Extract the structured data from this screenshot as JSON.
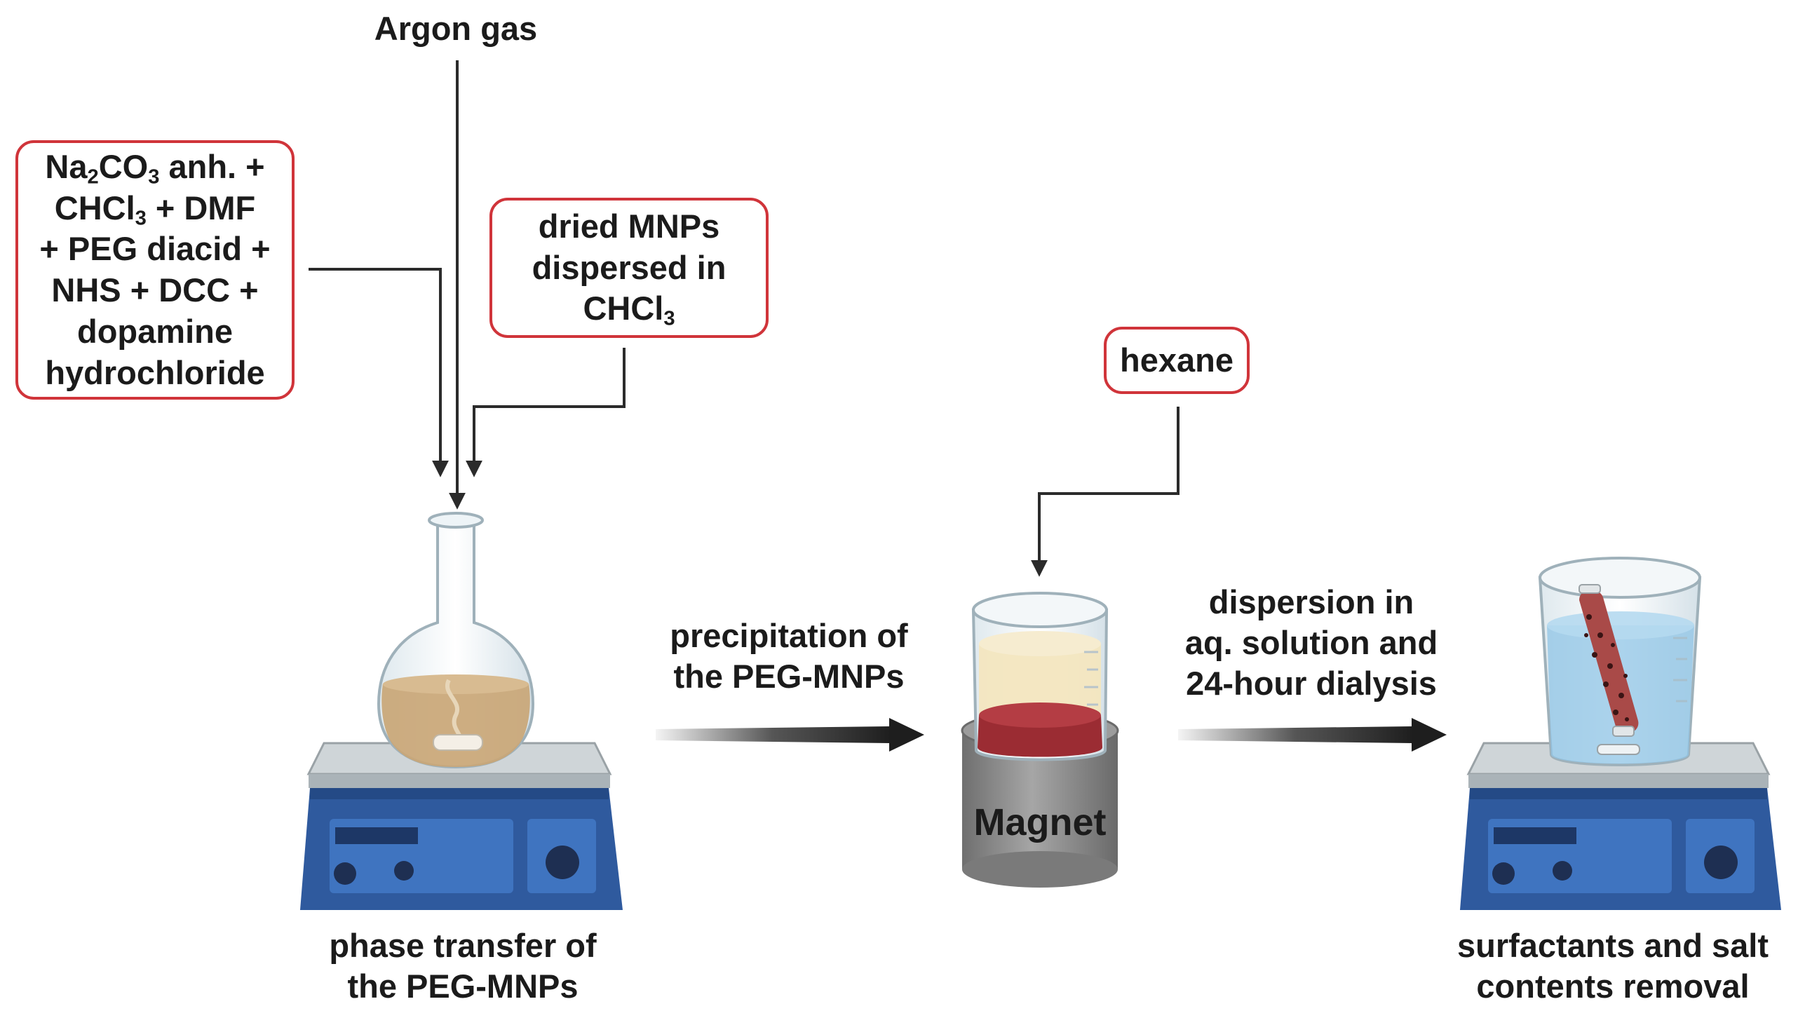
{
  "inputs": {
    "argon": "Argon gas",
    "reagents": {
      "line1_pre": "Na",
      "line1_sub1": "2",
      "line1_mid": "CO",
      "line1_sub2": "3",
      "line1_post": " anh. +",
      "line2_pre": "CHCl",
      "line2_sub": "3",
      "line2_post": " + DMF",
      "line3": "+ PEG diacid +",
      "line4": "NHS + DCC +",
      "line5": "dopamine",
      "line6": "hydrochloride"
    },
    "mnps": {
      "line1": "dried MNPs",
      "line2": "dispersed in",
      "line3_pre": "CHCl",
      "line3_sub": "3"
    },
    "hexane": "hexane"
  },
  "steps": {
    "phase_transfer": {
      "line1": "phase transfer of",
      "line2": "the PEG-MNPs"
    },
    "precipitation": {
      "line1": "precipitation of",
      "line2": "the PEG-MNPs"
    },
    "dispersion": {
      "line1": "dispersion in",
      "line2": "aq. solution and",
      "line3": "24-hour dialysis"
    },
    "removal": {
      "line1": "surfactants and salt",
      "line2": "contents removal"
    }
  },
  "magnet_label": "Magnet",
  "colors": {
    "box_border": "#d0343a",
    "arrow": "#2b2b2b",
    "stirrer_body": "#2f5a9e",
    "stirrer_panel": "#3f74c0",
    "flask_liquid": "#c9a676",
    "magnet_gray": "#8c8c8c",
    "precipitate": "#9b2c33",
    "water": "#8fc4e6",
    "dialysis_bag": "#a94a48"
  }
}
